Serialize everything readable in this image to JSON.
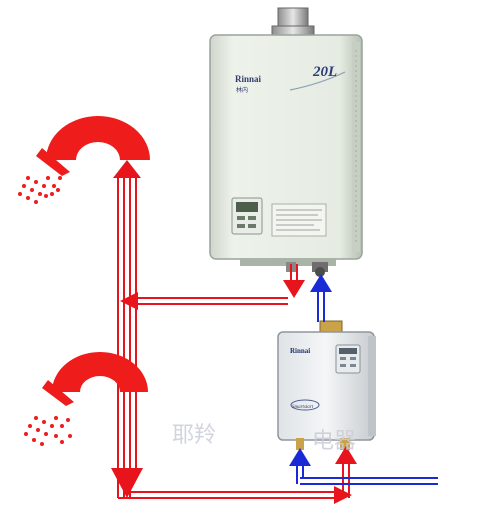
{
  "heater": {
    "brand_top": "Rinnai",
    "brand_sub": "林内",
    "capacity_label": "20L",
    "panel_brand": "Rinnai",
    "panel_model": "Smartstart"
  },
  "watermark": {
    "left": "耶羚",
    "right": "电器"
  },
  "colors": {
    "hot_pipe": "#e8141b",
    "cold_pipe": "#1a2bd6",
    "shower_head": "#ef1c1c",
    "heater_body": "#e4eae2",
    "heater_shadow": "#b9c1b7"
  },
  "icons": [
    "shower-head-icon",
    "spray-icon",
    "arrow-up-icon",
    "arrow-down-icon",
    "arrow-left-icon",
    "arrow-right-icon"
  ]
}
